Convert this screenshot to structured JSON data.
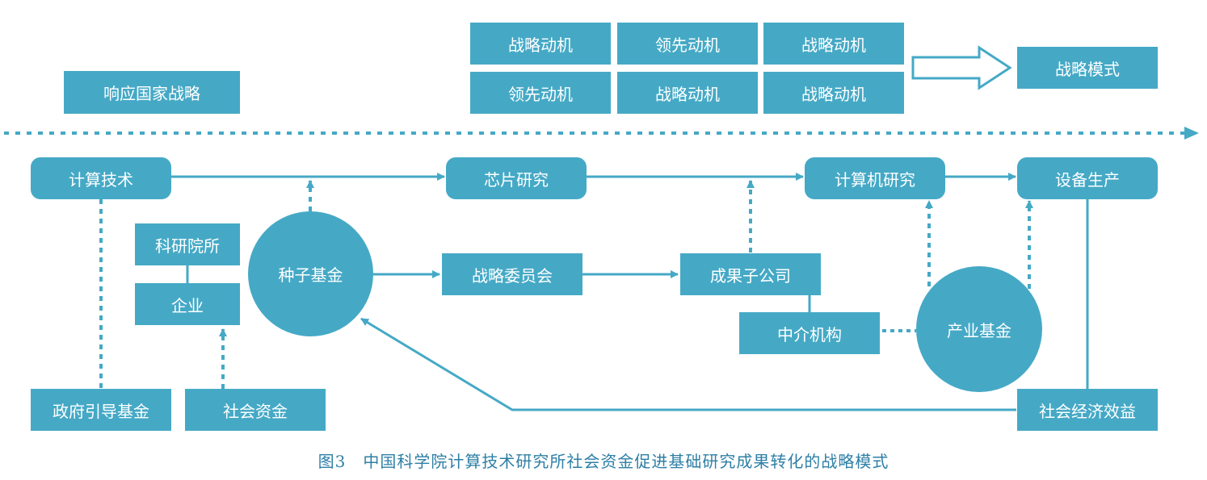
{
  "colors": {
    "box_fill": "#45a9c6",
    "line": "#45a9c6",
    "text": "#ffffff",
    "caption": "#2e7fa6"
  },
  "top": {
    "respond_strategy": "响应国家战略",
    "motives_row1": [
      "战略动机",
      "领先动机",
      "战略动机"
    ],
    "motives_row2": [
      "领先动机",
      "战略动机",
      "战略动机"
    ],
    "strategy_mode": "战略模式"
  },
  "flow": {
    "computing_tech": "计算技术",
    "chip_research": "芯片研究",
    "computer_research": "计算机研究",
    "equipment_production": "设备生产",
    "research_institute": "科研院所",
    "enterprise": "企业",
    "seed_fund": "种子基金",
    "strategy_committee": "战略委员会",
    "achievement_subsidiary": "成果子公司",
    "intermediary": "中介机构",
    "industry_fund": "产业基金",
    "gov_guide_fund": "政府引导基金",
    "social_capital": "社会资金",
    "socioeconomic_benefit": "社会经济效益"
  },
  "caption": "图3　中国科学院计算技术研究所社会资金促进基础研究成果转化的战略模式"
}
